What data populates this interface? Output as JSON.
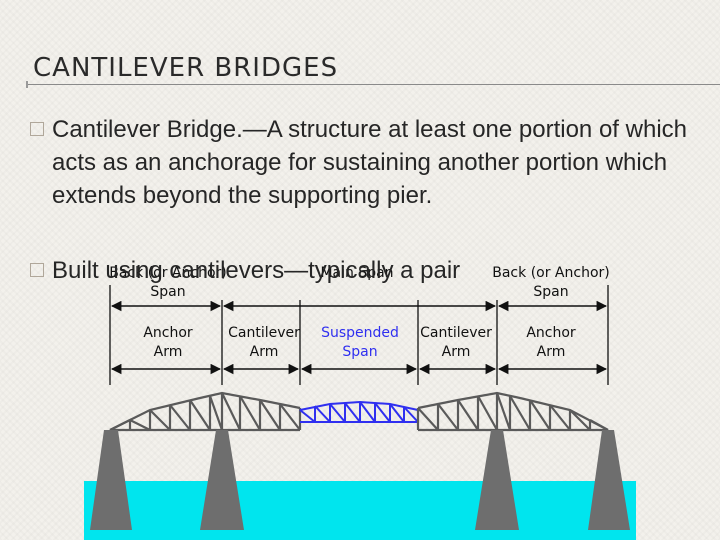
{
  "slide": {
    "title": "CANTILEVER BRIDGES",
    "bullets": [
      "Cantilever Bridge.—A structure at least one portion of which acts as an anchorage for sustaining another portion which extends beyond the supporting pier.",
      "Built using cantilevers—typically a pair"
    ]
  },
  "diagram": {
    "labels": {
      "back_span_left_1": "Back (or Anchor)",
      "back_span_left_2": "Span",
      "main_span": "Main Span",
      "back_span_right_1": "Back (or Anchor)",
      "back_span_right_2": "Span",
      "anchor_arm_left_1": "Anchor",
      "anchor_arm_left_2": "Arm",
      "cantilever_arm_left_1": "Cantilever",
      "cantilever_arm_left_2": "Arm",
      "suspended_span_1": "Suspended",
      "suspended_span_2": "Span",
      "cantilever_arm_right_1": "Cantilever",
      "cantilever_arm_right_2": "Arm",
      "anchor_arm_right_1": "Anchor",
      "anchor_arm_right_2": "Arm"
    },
    "colors": {
      "truss": "#5a5a5a",
      "suspended": "#2f2ff0",
      "pier": "#6e6e6e",
      "water": "#00e5ee"
    }
  }
}
